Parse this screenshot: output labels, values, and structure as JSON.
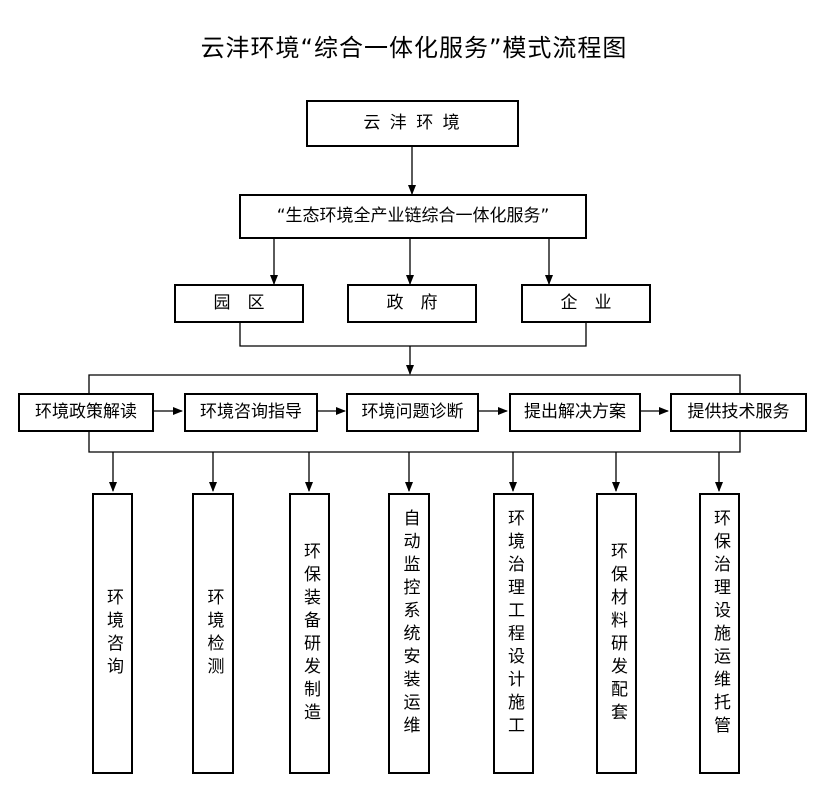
{
  "title": "云沣环境“综合一体化服务”模式流程图",
  "root": "云 沣 环 境",
  "service": "“生态环境全产业链综合一体化服务”",
  "clients": [
    "园　区",
    "政　府",
    "企　业"
  ],
  "steps": [
    "环境政策解读",
    "环境咨询指导",
    "环境问题诊断",
    "提出解决方案",
    "提供技术服务"
  ],
  "services": [
    "环境咨询",
    "环境检测",
    "环保装备研发制造",
    "自动监控系统安装运维",
    "环境治理工程设计施工",
    "环保材料研发配套",
    "环保治理设施运维托管"
  ]
}
